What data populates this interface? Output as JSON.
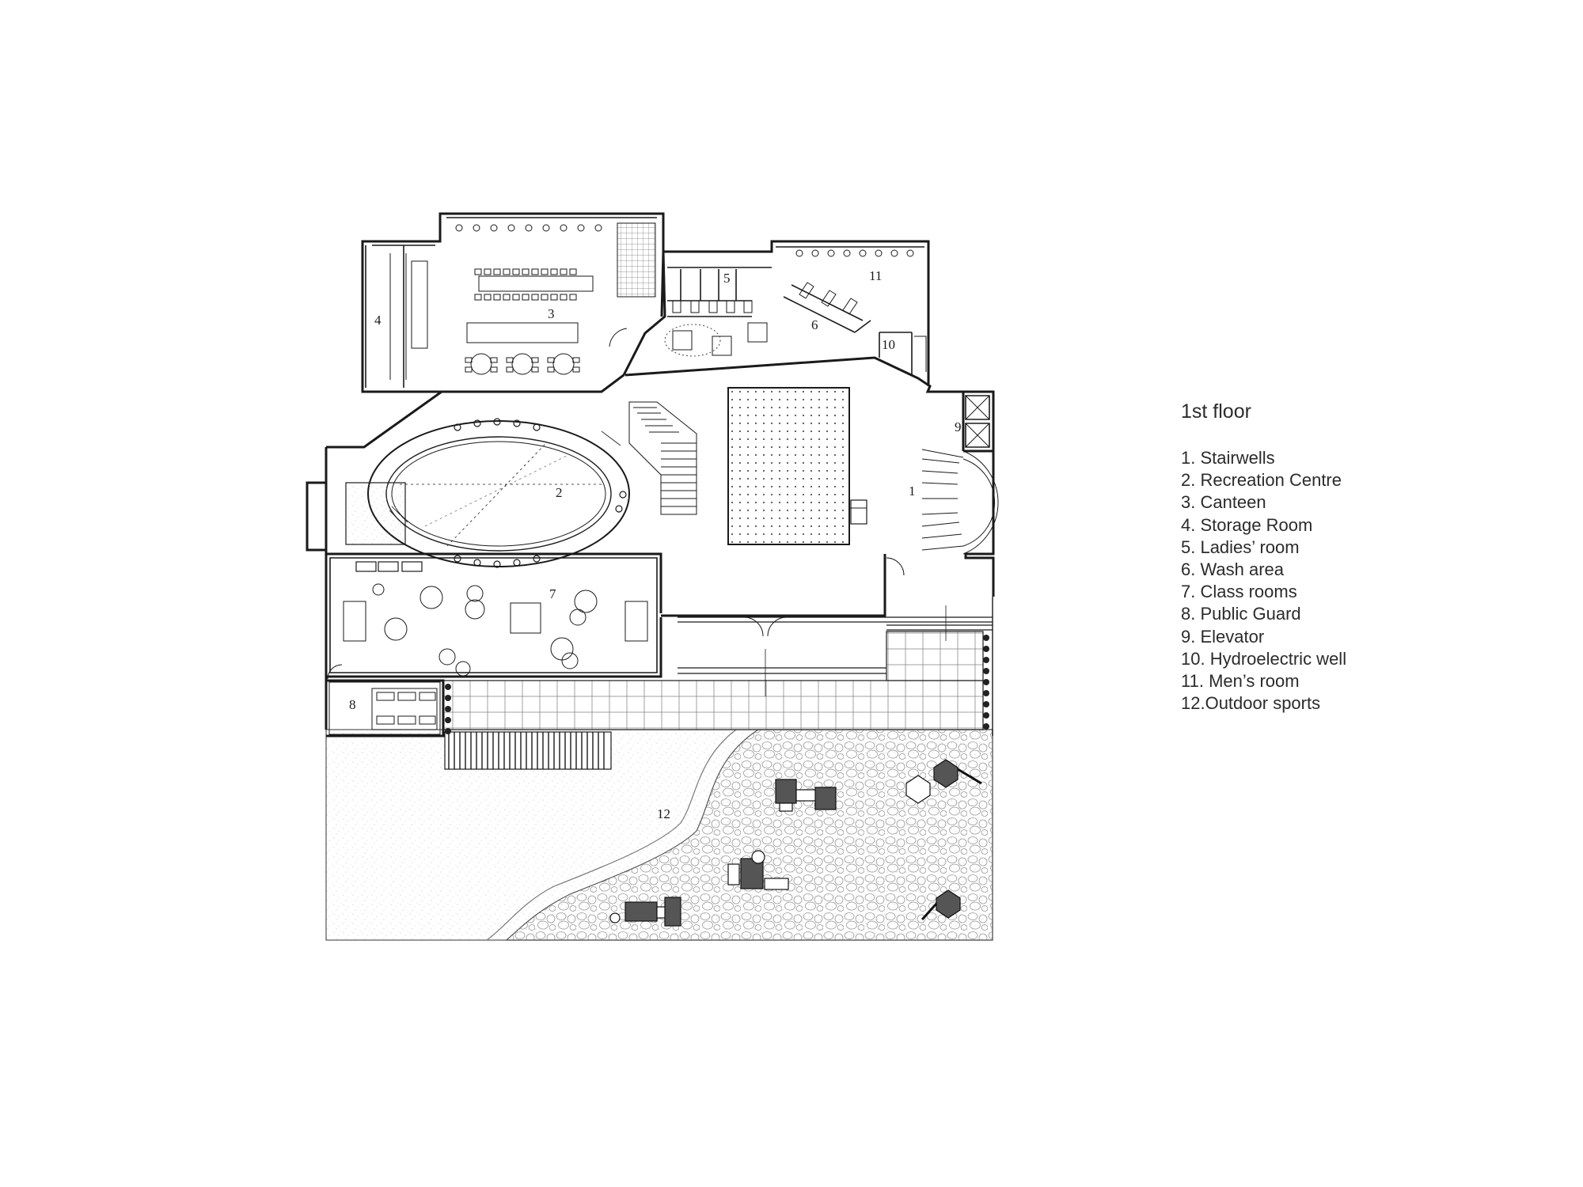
{
  "legend": {
    "title": "1st floor",
    "items": [
      "1. Stairwells",
      "2. Recreation Centre",
      "3. Canteen",
      "4. Storage Room",
      "5. Ladies’ room",
      "6. Wash area",
      "7. Class rooms",
      "8. Public Guard",
      "9. Elevator",
      "10. Hydroelectric well",
      "11. Men’s room",
      "12.Outdoor sports"
    ]
  },
  "room_numbers": {
    "n1": "1",
    "n2": "2",
    "n3": "3",
    "n4": "4",
    "n5": "5",
    "n6": "6",
    "n7": "7",
    "n8": "8",
    "n9": "9",
    "n10": "10",
    "n11": "11",
    "n12": "12"
  },
  "colors": {
    "line": "#1a1a1a",
    "hatch": "#9a9a9a",
    "background": "#ffffff"
  }
}
